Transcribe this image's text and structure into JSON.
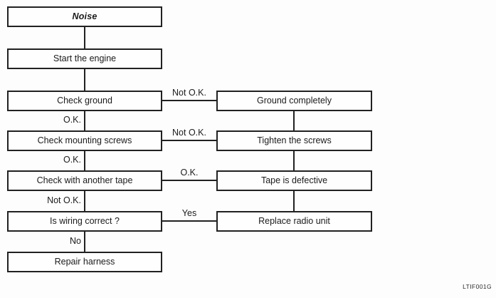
{
  "figure": {
    "code": "LTIF001G",
    "background_color": "#fdfdfd",
    "line_color": "#212121"
  },
  "nodes": {
    "noise": "Noise",
    "start_engine": "Start the engine",
    "check_ground": "Check ground",
    "check_mounting_screws": "Check mounting screws",
    "check_with_another_tape": "Check with another tape",
    "is_wiring_correct": "Is wiring correct ?",
    "repair_harness": "Repair harness",
    "ground_completely": "Ground completely",
    "tighten_the_screws": "Tighten the screws",
    "tape_is_defective": "Tape is defective",
    "replace_radio_unit": "Replace radio unit"
  },
  "edge_labels": {
    "ground_ok": "O.K.",
    "ground_not_ok": "Not O.K.",
    "screws_ok": "O.K.",
    "screws_not_ok": "Not O.K.",
    "tape_not_ok": "Not O.K.",
    "tape_ok": "O.K.",
    "wiring_no": "No",
    "wiring_yes": "Yes"
  },
  "edges": [
    {
      "from": "noise",
      "to": "start_engine",
      "label": ""
    },
    {
      "from": "start_engine",
      "to": "check_ground",
      "label": ""
    },
    {
      "from": "check_ground",
      "to": "check_mounting_screws",
      "label": "O.K."
    },
    {
      "from": "check_ground",
      "to": "ground_completely",
      "label": "Not O.K."
    },
    {
      "from": "check_mounting_screws",
      "to": "check_with_another_tape",
      "label": "O.K."
    },
    {
      "from": "check_mounting_screws",
      "to": "tighten_the_screws",
      "label": "Not O.K."
    },
    {
      "from": "check_with_another_tape",
      "to": "is_wiring_correct",
      "label": "Not O.K."
    },
    {
      "from": "check_with_another_tape",
      "to": "tape_is_defective",
      "label": "O.K."
    },
    {
      "from": "is_wiring_correct",
      "to": "repair_harness",
      "label": "No"
    },
    {
      "from": "is_wiring_correct",
      "to": "replace_radio_unit",
      "label": "Yes"
    },
    {
      "from": "ground_completely",
      "to": "tighten_the_screws",
      "label": ""
    },
    {
      "from": "tighten_the_screws",
      "to": "tape_is_defective",
      "label": ""
    },
    {
      "from": "tape_is_defective",
      "to": "replace_radio_unit",
      "label": ""
    }
  ]
}
